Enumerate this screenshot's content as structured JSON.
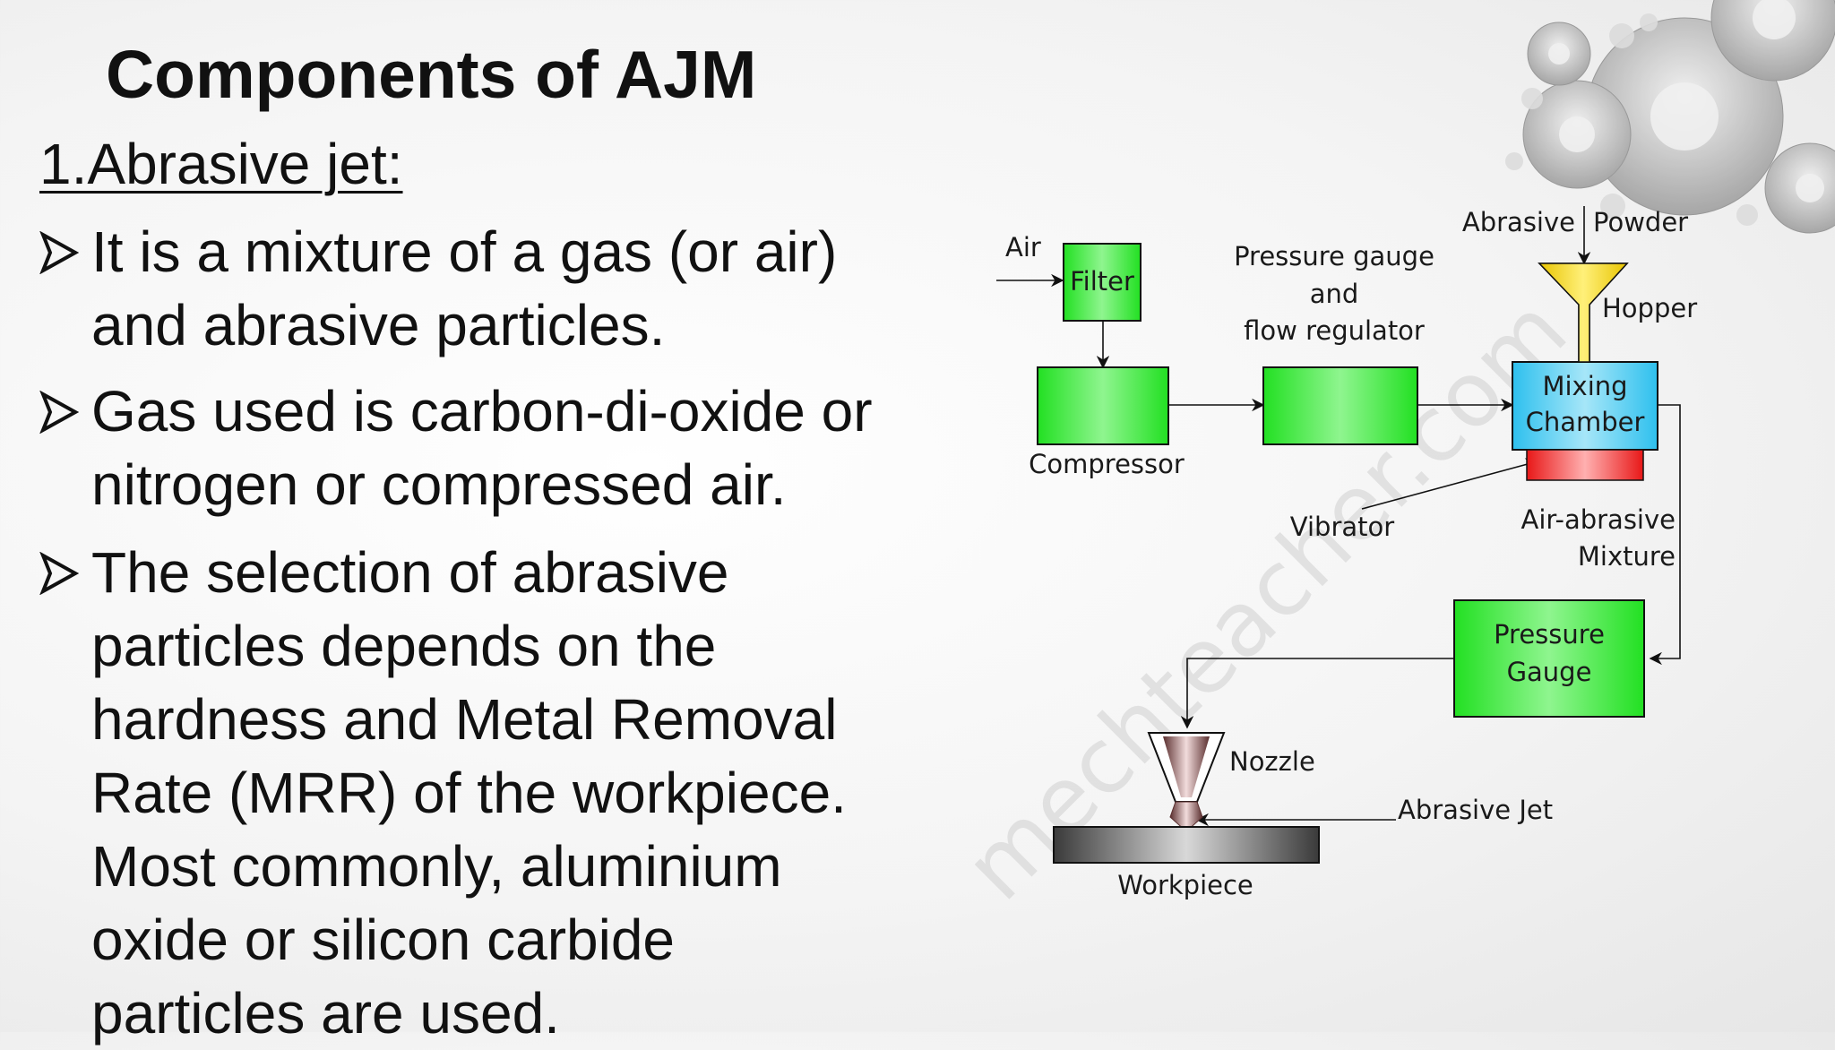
{
  "slide": {
    "title": "Components of AJM",
    "subheading": "1.Abrasive jet:",
    "bullets": [
      {
        "line1": "It is a mixture of a gas (or air)",
        "line2": "and abrasive particles."
      },
      {
        "line1": "Gas used is carbon-di-oxide or",
        "line2": "nitrogen or compressed air."
      },
      {
        "line1": "The selection of abrasive",
        "line2": "particles depends on the",
        "line3": "hardness and Metal Removal",
        "line4": "Rate (MRR) of the workpiece.",
        "line5": "Most commonly, aluminium",
        "line6": "oxide or silicon carbide",
        "line7": "particles are used."
      }
    ],
    "bullet_icon": "arrowhead-bullet-icon"
  },
  "diagram": {
    "labels": {
      "air": "Air",
      "filter": "Filter",
      "compressor": "Compressor",
      "pressure_gauge_reg_1": "Pressure gauge",
      "pressure_gauge_reg_2": "and",
      "pressure_gauge_reg_3": "flow regulator",
      "abrasive_powder_1": "Abrasive",
      "abrasive_powder_2": "Powder",
      "hopper": "Hopper",
      "mixing_1": "Mixing",
      "mixing_2": "Chamber",
      "vibrator": "Vibrator",
      "air_abrasive_1": "Air-abrasive",
      "air_abrasive_2": "Mixture",
      "pressure_gauge_1": "Pressure",
      "pressure_gauge_2": "Gauge",
      "nozzle": "Nozzle",
      "abrasive_jet": "Abrasive Jet",
      "workpiece": "Workpiece"
    },
    "watermark": "mechteacher.com",
    "colors": {
      "green_box": "#22e822",
      "mixing_chamber": "#35c8f0",
      "vibrator": "#f02020",
      "hopper": "#f5d000",
      "nozzle": "#7a4a4a",
      "workpiece": "#3a3a3a"
    }
  },
  "decoration": {
    "corner_art_icon": "gears-decoration-icon"
  }
}
